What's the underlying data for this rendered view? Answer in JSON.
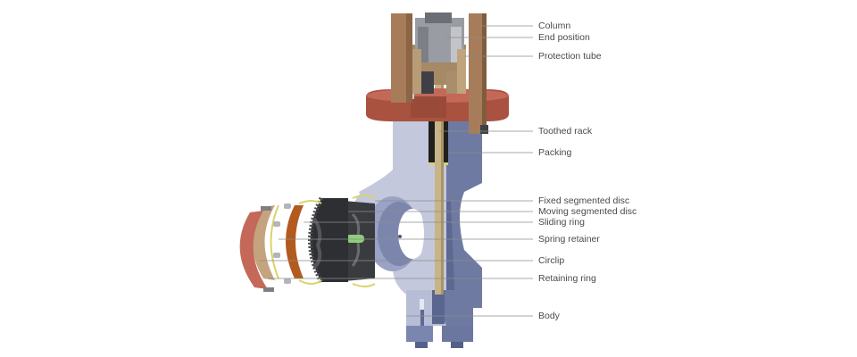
{
  "diagram": {
    "subject": "Sliding gate valve exploded cutaway",
    "labels": [
      {
        "id": "column",
        "text": "Column"
      },
      {
        "id": "end-position",
        "text": "End position"
      },
      {
        "id": "protection-tube",
        "text": "Protection tube"
      },
      {
        "id": "toothed-rack",
        "text": "Toothed rack"
      },
      {
        "id": "packing",
        "text": "Packing"
      },
      {
        "id": "fixed-segmented-disc",
        "text": "Fixed segmented disc"
      },
      {
        "id": "moving-segmented-disc",
        "text": "Moving segmented disc"
      },
      {
        "id": "sliding-ring",
        "text": "Sliding ring"
      },
      {
        "id": "spring-retainer",
        "text": "Spring retainer"
      },
      {
        "id": "circlip",
        "text": "Circlip"
      },
      {
        "id": "retaining-ring",
        "text": "Retaining ring"
      },
      {
        "id": "body",
        "text": "Body"
      }
    ],
    "colors": {
      "leader_line": "#8c8c8c",
      "label_text": "#4a4a4a",
      "body_light": "#c3c8dc",
      "body_dark": "#6f7aa3",
      "flange": "#b85f4a",
      "column": "#a67c5a",
      "stem": "#c8b486",
      "bonnet_grey": "#8e9096",
      "packing": "#222222",
      "disc_dark": "#3a3b3e",
      "ring_copper": "#b35a1e",
      "ring_tan": "#c4a47e",
      "ring_red": "#c4685a",
      "spring_yellow": "#d9d46a",
      "pin_green": "#8fcf7a"
    }
  }
}
